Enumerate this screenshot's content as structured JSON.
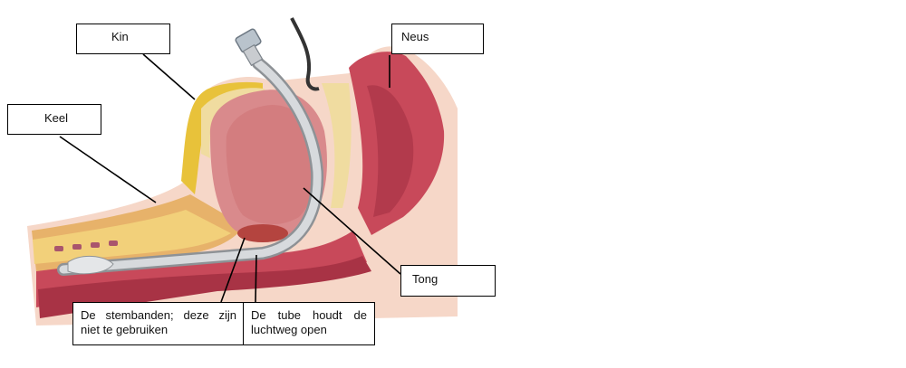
{
  "labels": {
    "kin": "Kin",
    "neus": "Neus",
    "keel": "Keel",
    "tong": "Tong",
    "stembanden": "De stembanden; deze zijn niet te gebruiken",
    "tube": "De tube houdt de luchtweg open"
  },
  "colors": {
    "skin": "#f4d2c2",
    "tissue": "#c8495a",
    "tongue": "#d98a8c",
    "tube": "#c9ccd0",
    "fat": "#e8c23a",
    "bone": "#f0dca0"
  }
}
